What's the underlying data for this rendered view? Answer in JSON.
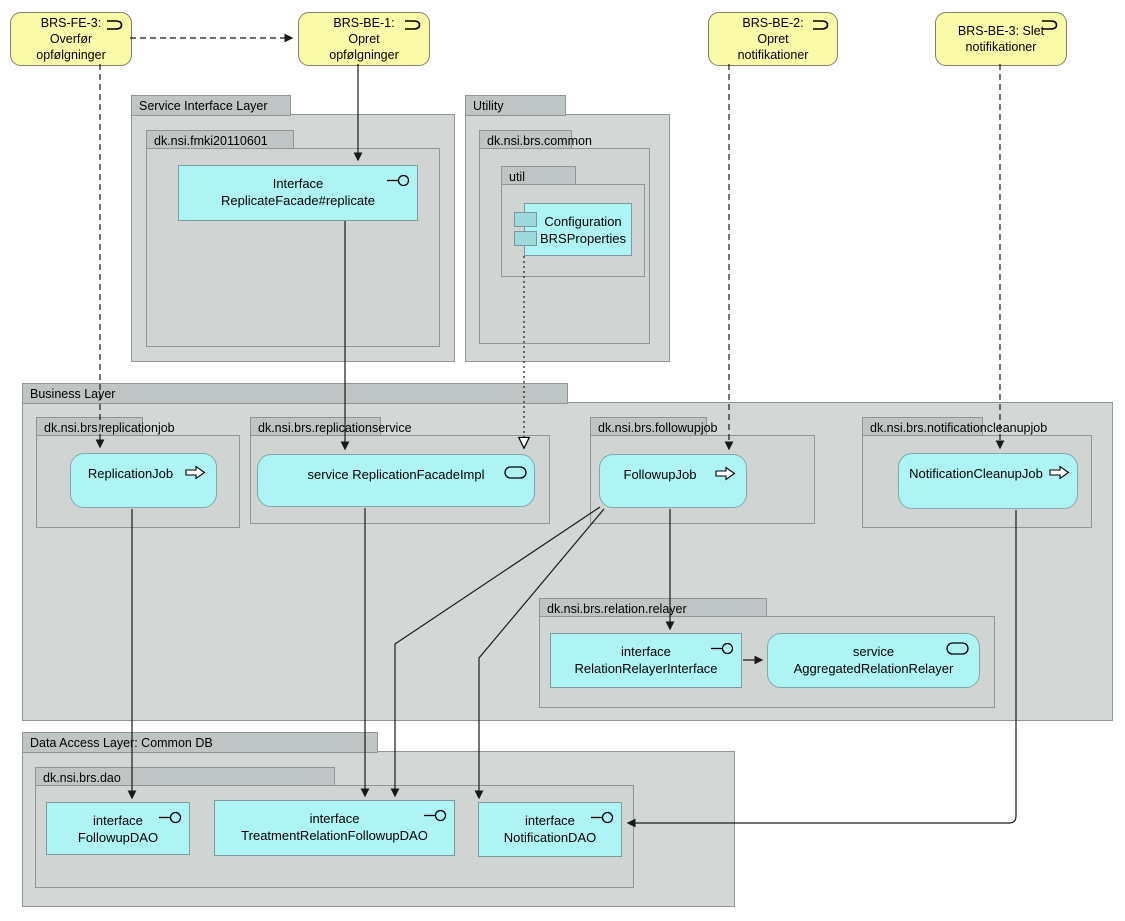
{
  "notes": [
    {
      "text": "BRS-FE-3:\nOverfør\nopfølgninger"
    },
    {
      "text": "BRS-BE-1:\nOpret\nopfølgninger"
    },
    {
      "text": "BRS-BE-2:\nOpret\nnotifikationer"
    },
    {
      "text": "BRS-BE-3: Slet\nnotifikationer"
    }
  ],
  "layers": {
    "service_interface": "Service Interface Layer",
    "utility": "Utility",
    "business": "Business Layer",
    "data_access": "Data Access Layer: Common DB"
  },
  "packages": {
    "fmki": "dk.nsi.fmki20110601",
    "common": "dk.nsi.brs.common",
    "util": "util",
    "replicationjob": "dk.nsi.brs.replicationjob",
    "replicationservice": "dk.nsi.brs.replicationservice",
    "followupjob": "dk.nsi.brs.followupjob",
    "notificationcleanupjob": "dk.nsi.brs.notificationcleanupjob",
    "relation_relayer": "dk.nsi.brs.relation.relayer",
    "dao": "dk.nsi.brs.dao"
  },
  "components": {
    "replicate_facade": {
      "text": "Interface\nReplicateFacade#replicate",
      "icon": "interface-lollipop"
    },
    "configuration": {
      "text": "Configuration\nBRSProperties",
      "icon": "uml-component"
    },
    "replication_job": {
      "label": "ReplicationJob",
      "icon": "open-arrow"
    },
    "replication_facade_impl": {
      "label": "service ReplicationFacadeImpl",
      "icon": "service-stadium"
    },
    "followup_job": {
      "label": "FollowupJob",
      "icon": "open-arrow"
    },
    "notification_cleanup_job": {
      "label": "NotificationCleanupJob",
      "icon": "open-arrow"
    },
    "relation_relayer_interface": {
      "text": "interface\nRelationRelayerInterface",
      "icon": "interface-lollipop"
    },
    "aggregated_relation_relayer": {
      "text": "service\nAggregatedRelationRelayer",
      "icon": "service-stadium"
    },
    "followup_dao": {
      "text": "interface\nFollowupDAO",
      "icon": "interface-lollipop"
    },
    "treatment_relation_followup_dao": {
      "text": "interface\nTreatmentRelationFollowupDAO",
      "icon": "interface-lollipop"
    },
    "notification_dao": {
      "text": "interface\nNotificationDAO",
      "icon": "interface-lollipop"
    }
  },
  "colors": {
    "note_fill": "#fafaa8",
    "component_fill": "#aef4f4",
    "container_body": "#d3d7d6",
    "container_tab": "#bfc5c4",
    "line": "#1a1a1a"
  }
}
